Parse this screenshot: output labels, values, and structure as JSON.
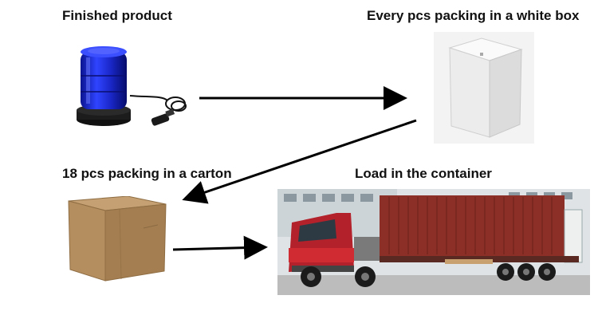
{
  "steps": {
    "finished_product": "Finished product",
    "white_box": "Every pcs packing in a white box",
    "carton": "18 pcs packing in a carton",
    "container": "Load in the container"
  },
  "icons": {
    "beacon": "blue-beacon-light-icon",
    "white_box": "white-box-icon",
    "carton": "cardboard-carton-icon",
    "container_truck": "container-truck-icon"
  },
  "colors": {
    "beacon_blue": "#1f2fd6",
    "container_red": "#8b2f27",
    "truck_red": "#b3212a",
    "carton_brown": "#b59166",
    "arrow": "#000000"
  }
}
